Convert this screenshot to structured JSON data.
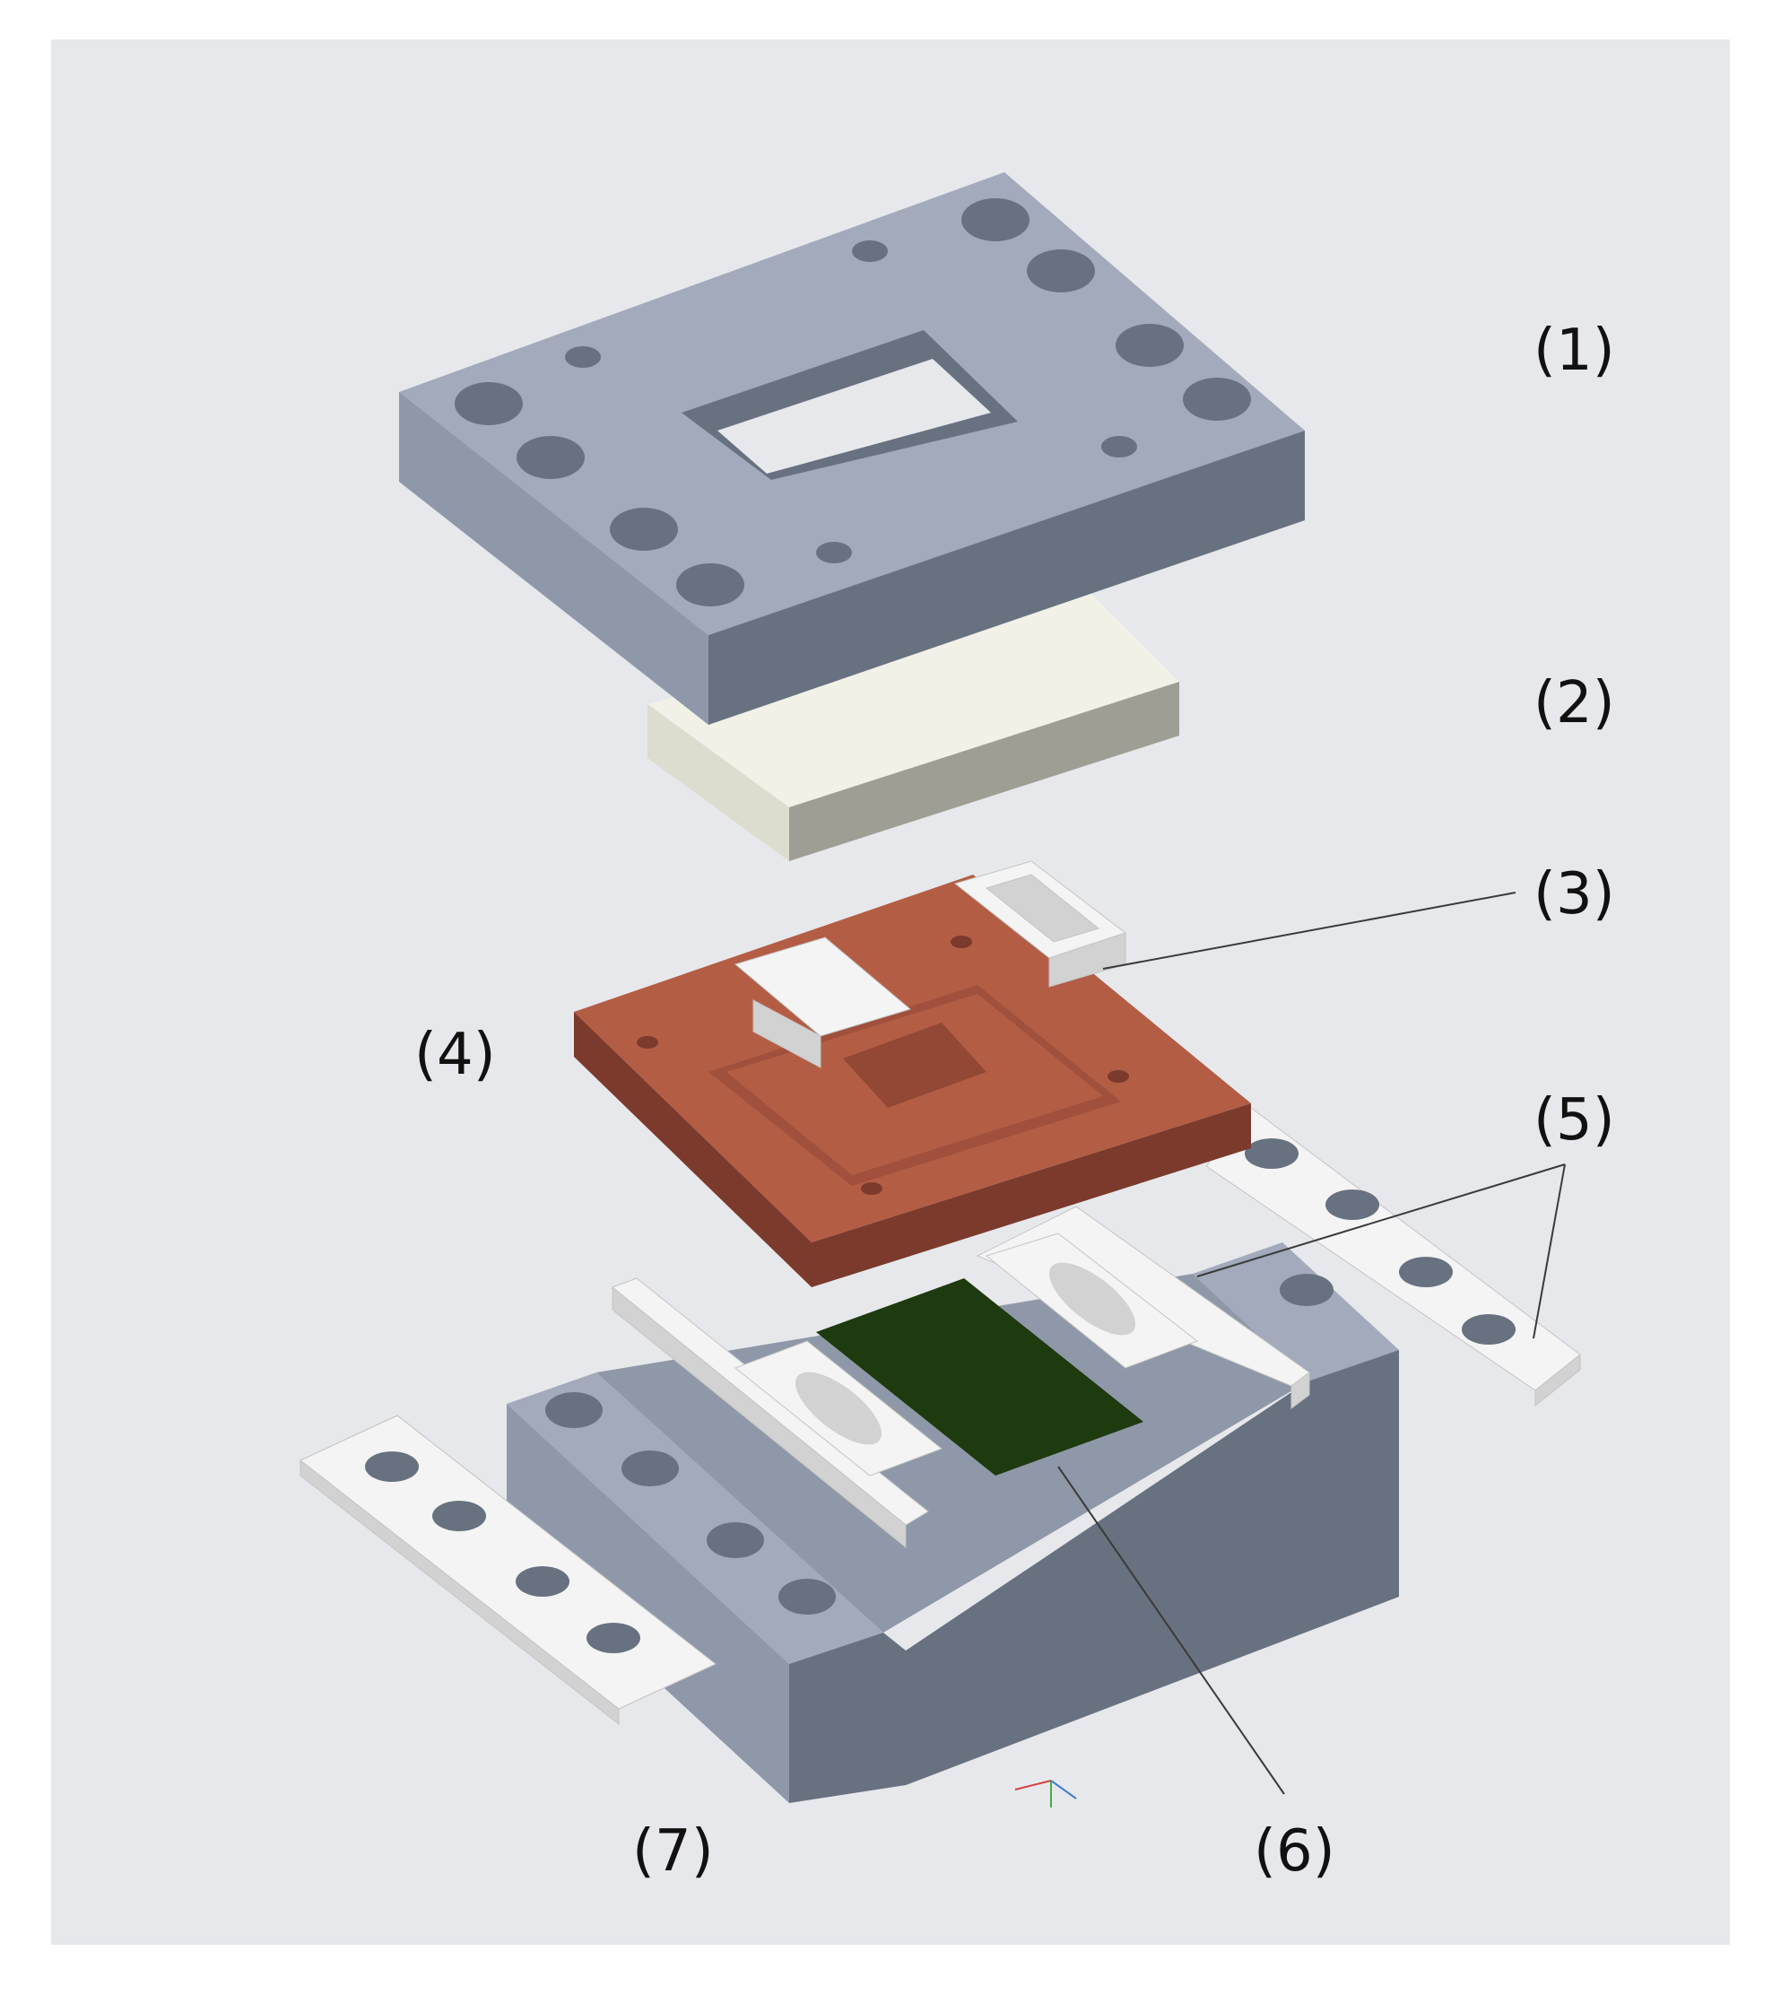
{
  "colors": {
    "background": "#e7e8ec",
    "plate_top": "#a2aabb",
    "plate_side_dark": "#687180",
    "plate_side_mid": "#8f98a8",
    "membrane_top": "#f1f1e8",
    "membrane_side": "#dcdccf",
    "membrane_side_dark": "#9e9e94",
    "chip_top": "#b45d45",
    "chip_side": "#7b3a2c",
    "white_part": "#f4f4f4",
    "white_part_side": "#d2d2d2",
    "sensor": "#1e3a0f",
    "leader": "#3a3a3a"
  },
  "labels": {
    "l1": "(1)",
    "l2": "(2)",
    "l3": "(3)",
    "l4": "(4)",
    "l5": "(5)",
    "l6": "(6)",
    "l7": "(7)"
  }
}
